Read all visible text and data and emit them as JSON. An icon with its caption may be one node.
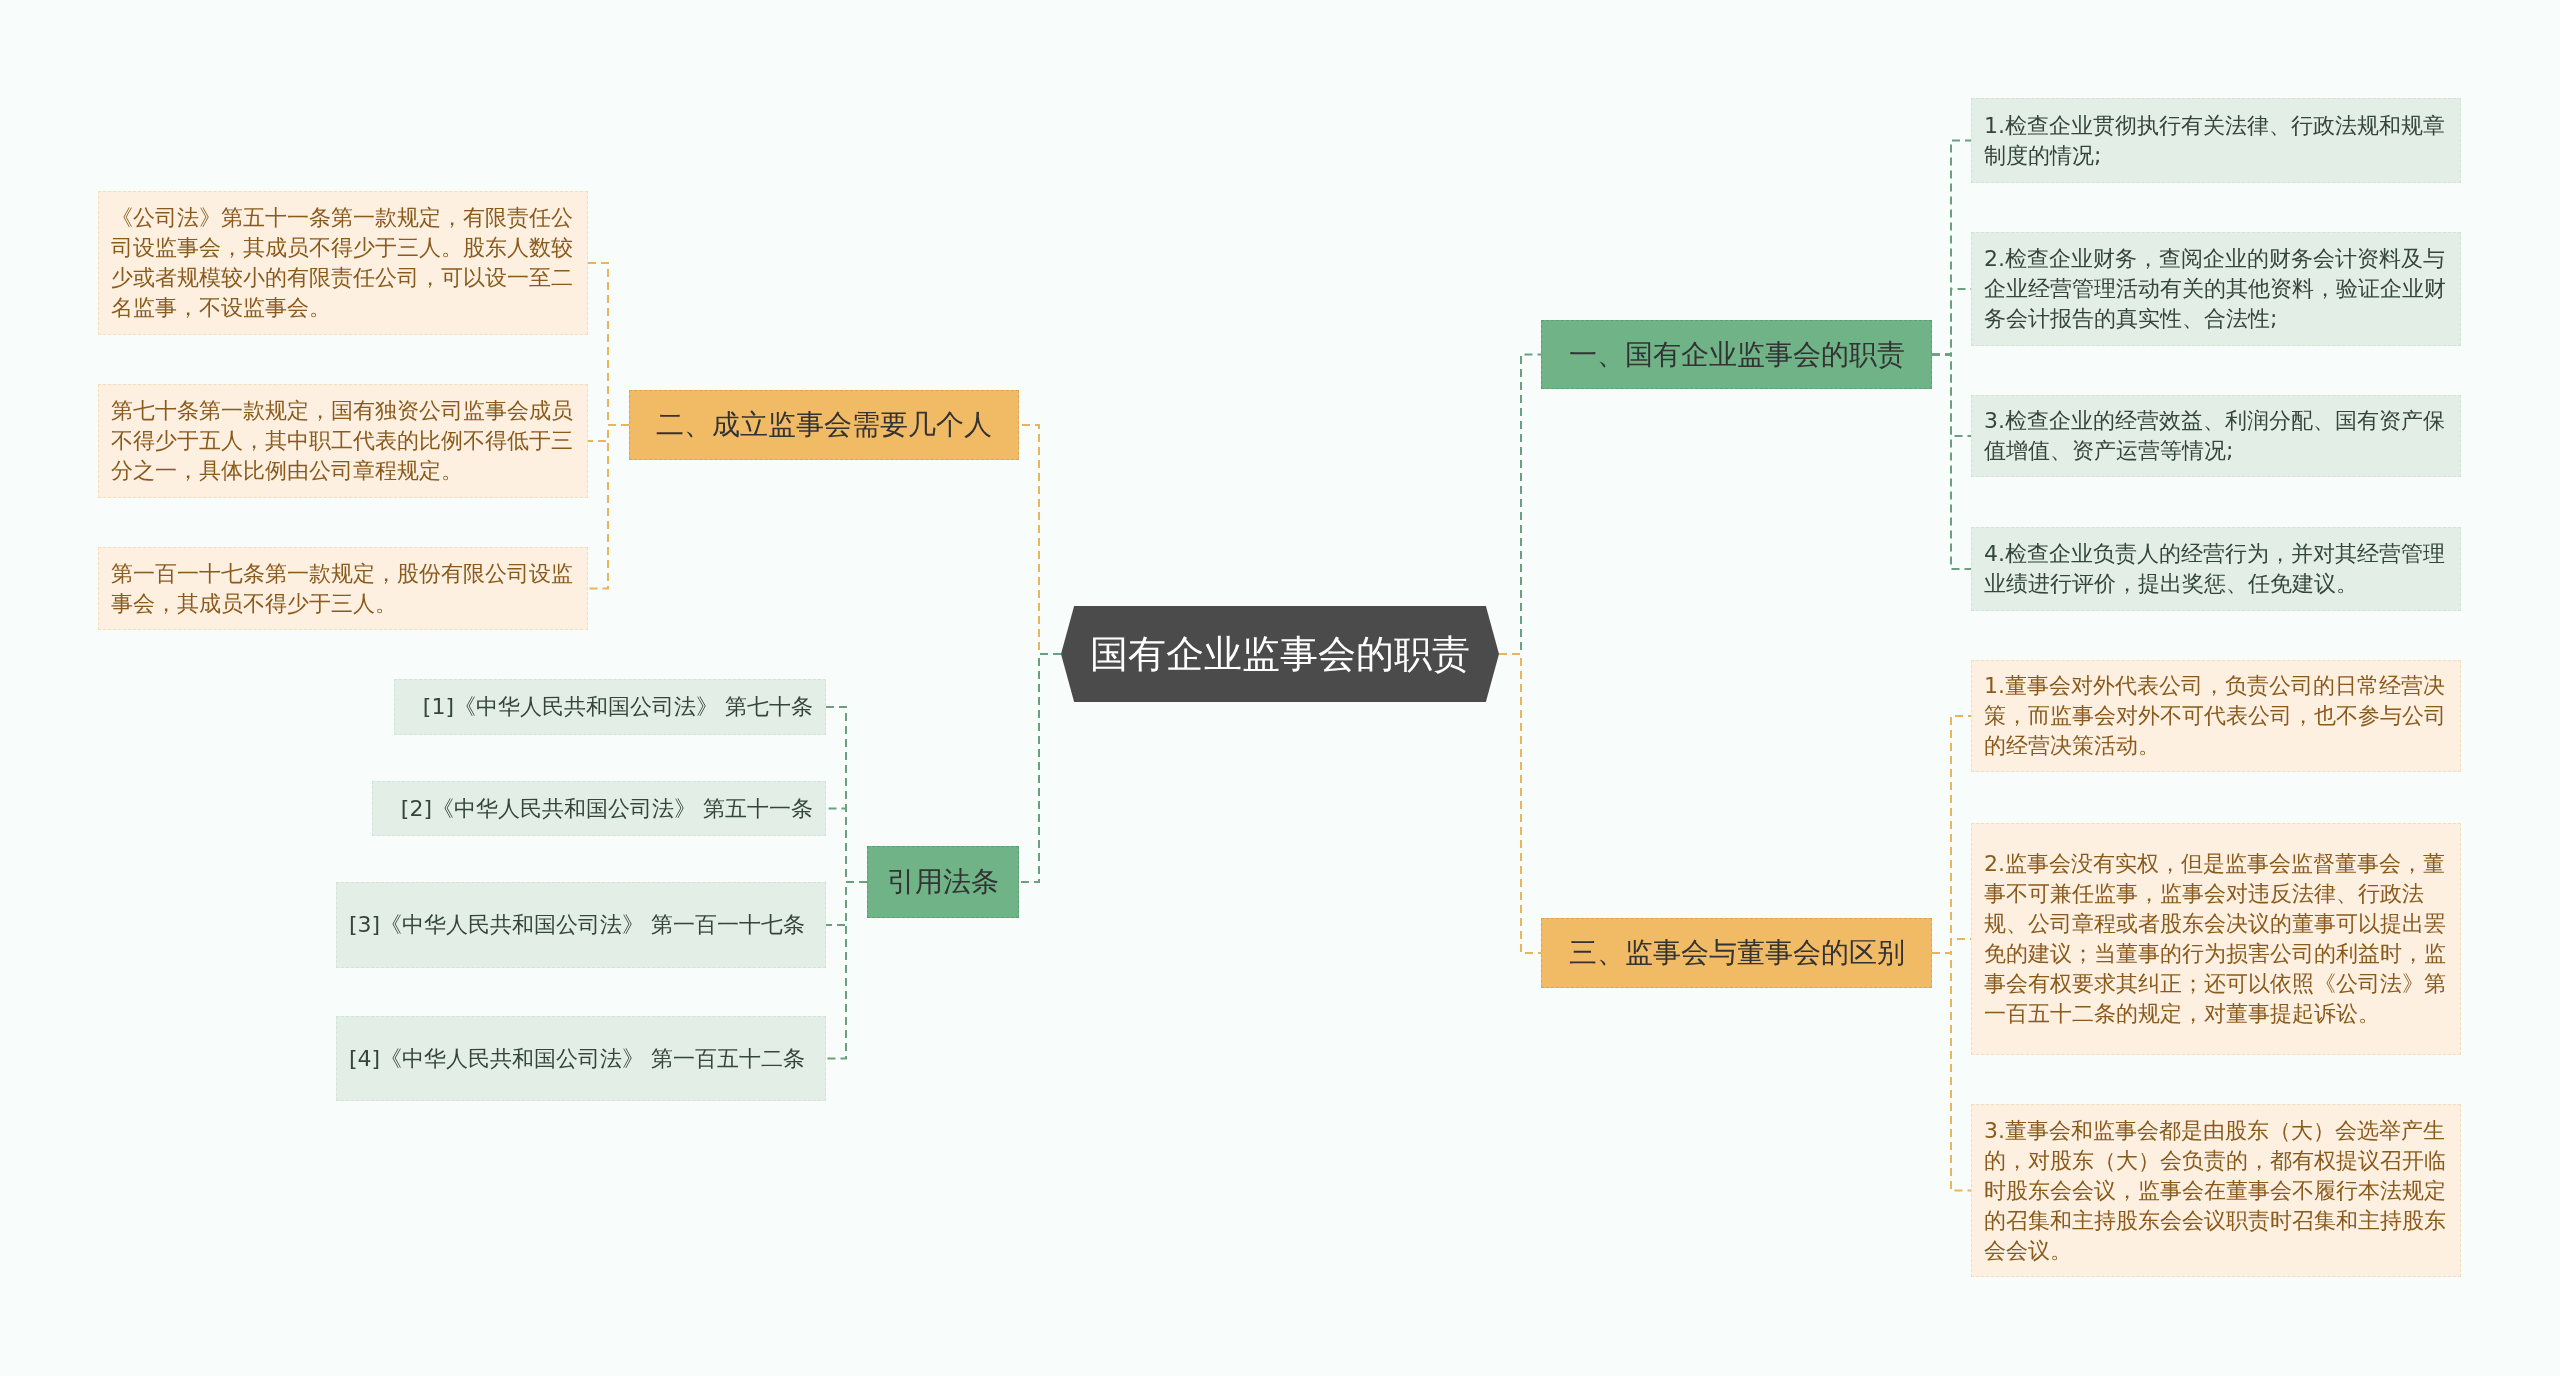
{
  "diagram": {
    "nodes": [
      {
        "text": [
          "国有企业监事会的职责"
        ]
      },
      {
        "text": [
          "一、国有企业监事会的职责"
        ]
      },
      {
        "text": [
          "1.检查企业贯彻执行有关法律、行政法规和规章制度的情况;"
        ]
      },
      {
        "text": [
          "2.检查企业财务，查阅企业的财务会计资料及与企业经营管理活动有关的其他资料，验证企业财务会计报告的真实性、合法性;"
        ]
      },
      {
        "text": [
          "3.检查企业的经营效益、利润分配、国有资产保值增值、资产运营等情况;"
        ]
      },
      {
        "text": [
          "4.检查企业负责人的经营行为，并对其经营管理业绩进行评价，提出奖惩、任免建议。"
        ]
      },
      {
        "text": [
          "三、监事会与董事会的区别"
        ]
      },
      {
        "text": [
          "1.董事会对外代表公司，负责公司的日常经营决策，而监事会对外不可代表公司，也不参与公司的经营决策活动。"
        ]
      },
      {
        "text": [
          "2.监事会没有实权，但是监事会监督董事会，董事不可兼任监事，监事会对违反法律、行政法规、公司章程或者股东会决议的董事可以提出罢免的建议；当董事的行为损害公司的利益时，监事会有权要求其纠正；还可以依照《公司法》第一百五十二条的规定，对董事提起诉讼。"
        ]
      },
      {
        "text": [
          "3.董事会和监事会都是由股东（大）会选举产生的，对股东（大）会负责的，都有权提议召开临时股东会会议，监事会在董事会不履行本法规定的召集和主持股东会会议职责时召集和主持股东会会议。"
        ]
      },
      {
        "text": [
          "二、成立监事会需要几个人"
        ]
      },
      {
        "text": [
          "《公司法》第五十一条第一款规定，有限责任公司设监事会，其成员不得少于三人。股东人数较少或者规模较小的有限责任公司，可以设一至二名监事，不设监事会。"
        ]
      },
      {
        "text": [
          "第七十条第一款规定，国有独资公司监事会成员不得少于五人，其中职工代表的比例不得低于三分之一，具体比例由公司章程规定。"
        ]
      },
      {
        "text": [
          "第一百一十七条第一款规定，股份有限公司设监事会，其成员不得少于三人。"
        ]
      },
      {
        "text": [
          "引用法条"
        ]
      },
      {
        "text": [
          "[1]《中华人民共和国公司法》 第七十条"
        ]
      },
      {
        "text": [
          "[2]《中华人民共和国公司法》 第五十一条"
        ]
      },
      {
        "text": [
          "[3]《中华人民共和国公司法》 第一百一十七条"
        ]
      },
      {
        "text": [
          "[4]《中华人民共和国公司法》 第一百五十二条"
        ]
      }
    ],
    "edges": [
      {
        "from": 0,
        "to": 1,
        "arrow": "none",
        "style": "dashed"
      },
      {
        "from": 1,
        "to": 2,
        "arrow": "none",
        "style": "dashed"
      },
      {
        "from": 1,
        "to": 3,
        "arrow": "none",
        "style": "dashed"
      },
      {
        "from": 1,
        "to": 4,
        "arrow": "none",
        "style": "dashed"
      },
      {
        "from": 1,
        "to": 5,
        "arrow": "none",
        "style": "dashed"
      },
      {
        "from": 0,
        "to": 6,
        "arrow": "none",
        "style": "dashed",
        "color": "#e8b45c"
      },
      {
        "from": 6,
        "to": 7,
        "arrow": "none",
        "style": "dashed",
        "color": "#e8b45c"
      },
      {
        "from": 6,
        "to": 8,
        "arrow": "none",
        "style": "dashed",
        "color": "#e8b45c"
      },
      {
        "from": 6,
        "to": 9,
        "arrow": "none",
        "style": "dashed",
        "color": "#e8b45c"
      },
      {
        "from": 0,
        "to": 10,
        "arrow": "none",
        "style": "dashed",
        "color": "#e8b45c"
      },
      {
        "from": 10,
        "to": 11,
        "arrow": "none",
        "style": "dashed",
        "color": "#e8b45c"
      },
      {
        "from": 10,
        "to": 12,
        "arrow": "none",
        "style": "dashed",
        "color": "#e8b45c"
      },
      {
        "from": 10,
        "to": 13,
        "arrow": "none",
        "style": "dashed",
        "color": "#e8b45c"
      },
      {
        "from": 0,
        "to": 14,
        "arrow": "none",
        "style": "dashed"
      },
      {
        "from": 14,
        "to": 15,
        "arrow": "none",
        "style": "dashed"
      },
      {
        "from": 14,
        "to": 16,
        "arrow": "none",
        "style": "dashed"
      },
      {
        "from": 14,
        "to": 17,
        "arrow": "none",
        "style": "dashed"
      },
      {
        "from": 14,
        "to": 18,
        "arrow": "none",
        "style": "dashed"
      }
    ]
  }
}
